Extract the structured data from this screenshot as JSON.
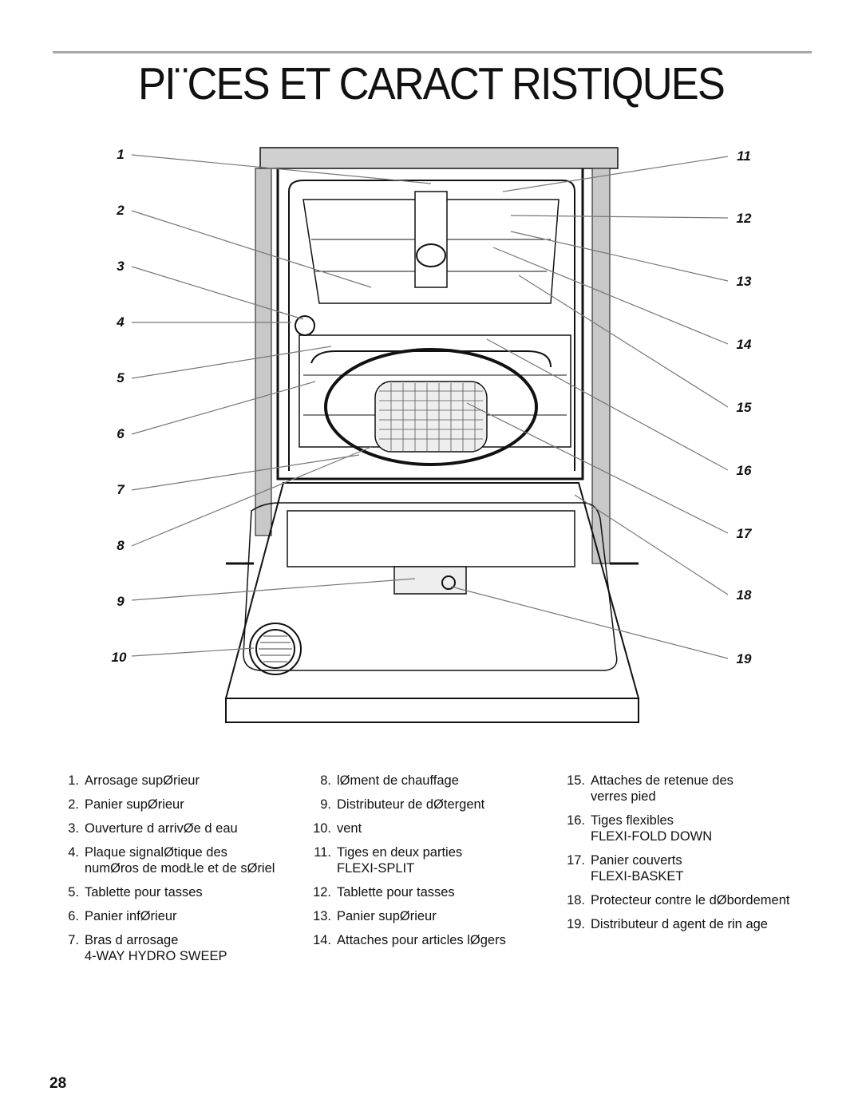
{
  "title": "PI¨CES ET CARACT RISTIQUES",
  "callouts_left": [
    "1",
    "2",
    "3",
    "4",
    "5",
    "6",
    "7",
    "8",
    "9",
    "10"
  ],
  "callouts_right": [
    "11",
    "12",
    "13",
    "14",
    "15",
    "16",
    "17",
    "18",
    "19"
  ],
  "parts": [
    {
      "num": "1.",
      "lines": [
        "Arrosage supØrieur"
      ]
    },
    {
      "num": "2.",
      "lines": [
        "Panier supØrieur"
      ]
    },
    {
      "num": "3.",
      "lines": [
        "Ouverture d arrivØe d eau"
      ]
    },
    {
      "num": "4.",
      "lines": [
        "Plaque signalØtique des",
        "numØros  de modŁle et de sØriel"
      ]
    },
    {
      "num": "5.",
      "lines": [
        "Tablette pour tasses"
      ]
    },
    {
      "num": "6.",
      "lines": [
        "Panier infØrieur"
      ]
    },
    {
      "num": "7.",
      "lines": [
        "Bras d arrosage",
        "4-WAY HYDRO SWEEP"
      ]
    },
    {
      "num": "8.",
      "lines": [
        " lØment de chauffage"
      ]
    },
    {
      "num": "9.",
      "lines": [
        "Distributeur de dØtergent"
      ]
    },
    {
      "num": "10.",
      "lines": [
        " vent"
      ]
    },
    {
      "num": "11.",
      "lines": [
        "Tiges en deux parties",
        "FLEXI-SPLIT"
      ]
    },
    {
      "num": "12.",
      "lines": [
        "Tablette pour tasses"
      ]
    },
    {
      "num": "13.",
      "lines": [
        "Panier supØrieur"
      ]
    },
    {
      "num": "14.",
      "lines": [
        "Attaches pour articles lØgers"
      ]
    },
    {
      "num": "15.",
      "lines": [
        " Attaches de retenue des",
        "verres   pied"
      ]
    },
    {
      "num": "16.",
      "lines": [
        "Tiges flexibles",
        "FLEXI-FOLD DOWN"
      ]
    },
    {
      "num": "17.",
      "lines": [
        "Panier   couverts",
        "FLEXI-BASKET"
      ]
    },
    {
      "num": "18.",
      "lines": [
        "Protecteur contre le dØbordement"
      ]
    },
    {
      "num": "19.",
      "lines": [
        "Distributeur d agent de rin age"
      ]
    }
  ],
  "page_number": "28"
}
